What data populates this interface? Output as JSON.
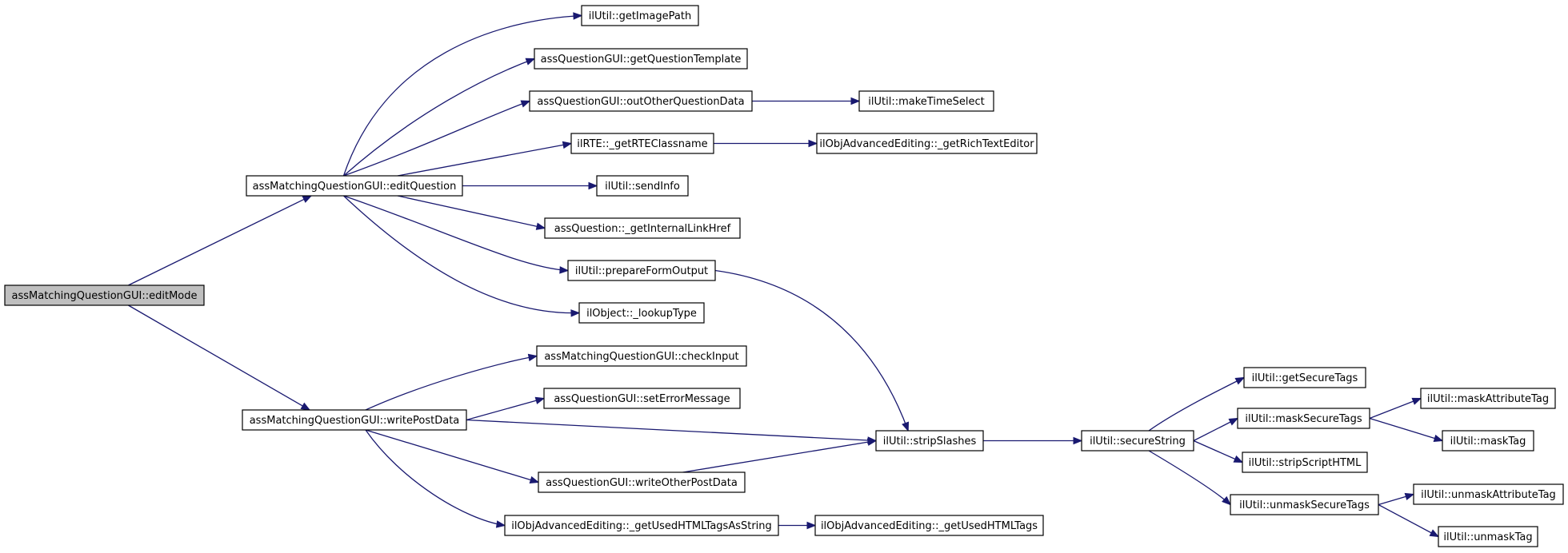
{
  "nodes": [
    {
      "id": "editMode",
      "label": "assMatchingQuestionGUI::editMode",
      "root": true
    },
    {
      "id": "editQuestion",
      "label": "assMatchingQuestionGUI::editQuestion"
    },
    {
      "id": "writePostData",
      "label": "assMatchingQuestionGUI::writePostData"
    },
    {
      "id": "getImagePath",
      "label": "ilUtil::getImagePath"
    },
    {
      "id": "getQuestionTemplate",
      "label": "assQuestionGUI::getQuestionTemplate"
    },
    {
      "id": "outOtherQuestionData",
      "label": "assQuestionGUI::outOtherQuestionData"
    },
    {
      "id": "makeTimeSelect",
      "label": "ilUtil::makeTimeSelect"
    },
    {
      "id": "getRTEClassname",
      "label": "ilRTE::_getRTEClassname"
    },
    {
      "id": "getRichTextEditor",
      "label": "ilObjAdvancedEditing::_getRichTextEditor"
    },
    {
      "id": "sendInfo",
      "label": "ilUtil::sendInfo"
    },
    {
      "id": "getInternalLinkHref",
      "label": "assQuestion::_getInternalLinkHref"
    },
    {
      "id": "prepareFormOutput",
      "label": "ilUtil::prepareFormOutput"
    },
    {
      "id": "lookupType",
      "label": "ilObject::_lookupType"
    },
    {
      "id": "checkInput",
      "label": "assMatchingQuestionGUI::checkInput"
    },
    {
      "id": "setErrorMessage",
      "label": "assQuestionGUI::setErrorMessage"
    },
    {
      "id": "stripSlashes",
      "label": "ilUtil::stripSlashes"
    },
    {
      "id": "writeOtherPostData",
      "label": "assQuestionGUI::writeOtherPostData"
    },
    {
      "id": "getUsedHTMLTagsAsString",
      "label": "ilObjAdvancedEditing::_getUsedHTMLTagsAsString"
    },
    {
      "id": "getUsedHTMLTags",
      "label": "ilObjAdvancedEditing::_getUsedHTMLTags"
    },
    {
      "id": "secureString",
      "label": "ilUtil::secureString"
    },
    {
      "id": "getSecureTags",
      "label": "ilUtil::getSecureTags"
    },
    {
      "id": "maskSecureTags",
      "label": "ilUtil::maskSecureTags"
    },
    {
      "id": "maskAttributeTag",
      "label": "ilUtil::maskAttributeTag"
    },
    {
      "id": "maskTag",
      "label": "ilUtil::maskTag"
    },
    {
      "id": "stripScriptHTML",
      "label": "ilUtil::stripScriptHTML"
    },
    {
      "id": "unmaskSecureTags",
      "label": "ilUtil::unmaskSecureTags"
    },
    {
      "id": "unmaskAttributeTag",
      "label": "ilUtil::unmaskAttributeTag"
    },
    {
      "id": "unmaskTag",
      "label": "ilUtil::unmaskTag"
    }
  ],
  "edges": [
    {
      "from": "editMode",
      "to": "editQuestion"
    },
    {
      "from": "editMode",
      "to": "writePostData"
    },
    {
      "from": "editQuestion",
      "to": "getImagePath"
    },
    {
      "from": "editQuestion",
      "to": "getQuestionTemplate"
    },
    {
      "from": "editQuestion",
      "to": "outOtherQuestionData"
    },
    {
      "from": "editQuestion",
      "to": "getRTEClassname"
    },
    {
      "from": "editQuestion",
      "to": "sendInfo"
    },
    {
      "from": "editQuestion",
      "to": "getInternalLinkHref"
    },
    {
      "from": "editQuestion",
      "to": "prepareFormOutput"
    },
    {
      "from": "editQuestion",
      "to": "lookupType"
    },
    {
      "from": "outOtherQuestionData",
      "to": "makeTimeSelect"
    },
    {
      "from": "getRTEClassname",
      "to": "getRichTextEditor"
    },
    {
      "from": "prepareFormOutput",
      "to": "stripSlashes"
    },
    {
      "from": "writePostData",
      "to": "checkInput"
    },
    {
      "from": "writePostData",
      "to": "setErrorMessage"
    },
    {
      "from": "writePostData",
      "to": "stripSlashes"
    },
    {
      "from": "writePostData",
      "to": "writeOtherPostData"
    },
    {
      "from": "writePostData",
      "to": "getUsedHTMLTagsAsString"
    },
    {
      "from": "writeOtherPostData",
      "to": "stripSlashes"
    },
    {
      "from": "getUsedHTMLTagsAsString",
      "to": "getUsedHTMLTags"
    },
    {
      "from": "stripSlashes",
      "to": "secureString"
    },
    {
      "from": "secureString",
      "to": "getSecureTags"
    },
    {
      "from": "secureString",
      "to": "maskSecureTags"
    },
    {
      "from": "secureString",
      "to": "stripScriptHTML"
    },
    {
      "from": "secureString",
      "to": "unmaskSecureTags"
    },
    {
      "from": "maskSecureTags",
      "to": "maskAttributeTag"
    },
    {
      "from": "maskSecureTags",
      "to": "maskTag"
    },
    {
      "from": "unmaskSecureTags",
      "to": "unmaskAttributeTag"
    },
    {
      "from": "unmaskSecureTags",
      "to": "unmaskTag"
    }
  ],
  "colors": {
    "edge": "#191970",
    "root_fill": "#bfbfbf",
    "node_fill": "#ffffff",
    "node_border": "#000000"
  }
}
